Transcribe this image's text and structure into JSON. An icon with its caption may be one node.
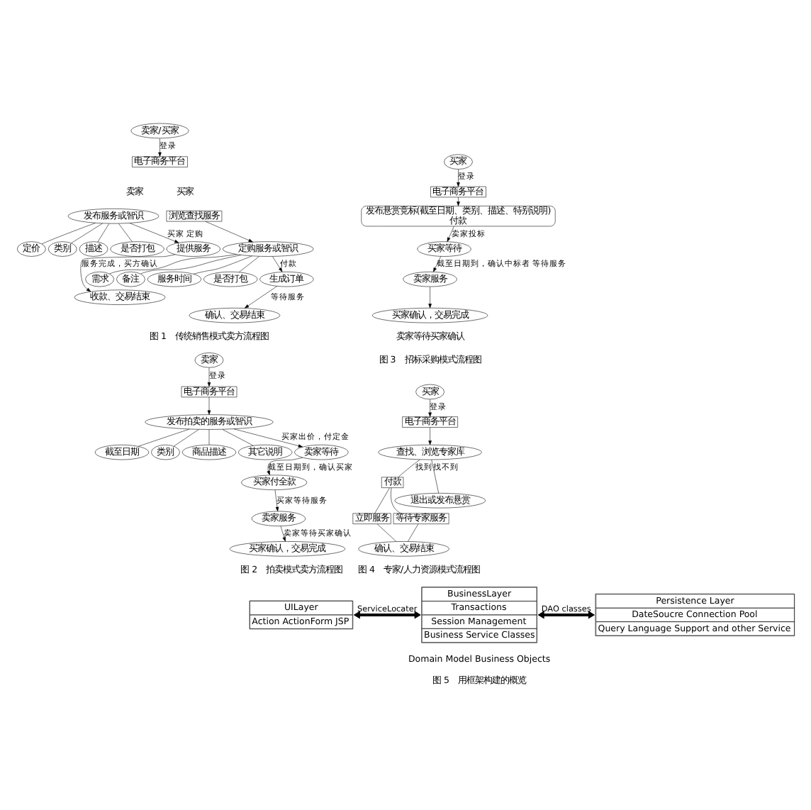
{
  "diagram": {
    "nodes": [
      {
        "text": [
          "卖家/买家"
        ]
      },
      {
        "text": [
          "电子商务平台"
        ]
      },
      {
        "text": [
          "发布服务或智识"
        ]
      },
      {
        "text": [
          "定价"
        ]
      },
      {
        "text": [
          "类别"
        ]
      },
      {
        "text": [
          "描述"
        ]
      },
      {
        "text": [
          "是否打包"
        ]
      },
      {
        "text": [
          "提供服务"
        ]
      },
      {
        "text": [
          "收款、交易结束"
        ]
      },
      {
        "text": [
          "浏览查找服务"
        ]
      },
      {
        "text": [
          "定购服务或智识"
        ]
      },
      {
        "text": [
          "需求"
        ]
      },
      {
        "text": [
          "备注"
        ]
      },
      {
        "text": [
          "服务时间"
        ]
      },
      {
        "text": [
          "是否打包"
        ]
      },
      {
        "text": [
          "生成订单"
        ]
      },
      {
        "text": [
          "确认、交易结束"
        ]
      },
      {
        "text": [
          "卖家"
        ]
      },
      {
        "text": [
          "电子商务平台"
        ]
      },
      {
        "text": [
          "发布拍卖的服务或智识"
        ]
      },
      {
        "text": [
          "截至日期"
        ]
      },
      {
        "text": [
          "类别"
        ]
      },
      {
        "text": [
          "商品描述"
        ]
      },
      {
        "text": [
          "其它说明"
        ]
      },
      {
        "text": [
          "卖家等待"
        ]
      },
      {
        "text": [
          "买家付全款"
        ]
      },
      {
        "text": [
          "卖家服务"
        ]
      },
      {
        "text": [
          "买家确认，交易完成"
        ]
      },
      {
        "text": [
          "买家"
        ]
      },
      {
        "text": [
          "电子商务平台"
        ]
      },
      {
        "text": [
          "发布悬赏竞标(截至日期、类别、描述、特别说明)",
          "付款"
        ]
      },
      {
        "text": [
          "买家等待"
        ]
      },
      {
        "text": [
          "卖家服务"
        ]
      },
      {
        "text": [
          "买家确认，交易完成"
        ],
        "beside": [
          "卖家等待买家确认"
        ]
      },
      {
        "text": [
          "买家"
        ]
      },
      {
        "text": [
          "电子商务平台"
        ]
      },
      {
        "text": [
          "查找、浏览专家库"
        ]
      },
      {
        "text": [
          "付款"
        ]
      },
      {
        "text": [
          "立即服务"
        ]
      },
      {
        "text": [
          "等待专家服务"
        ]
      },
      {
        "text": [
          "退出或发布悬赏"
        ]
      },
      {
        "text": [
          "确认、交易结束"
        ]
      },
      {
        "text": [
          "UILayer",
          "Action ActionForm JSP"
        ]
      },
      {
        "text": [
          "BusinessLayer",
          "Transactions",
          "Session Management",
          "Business Service Classes"
        ]
      },
      {
        "text": [
          "Persistence Layer",
          "DateSoucre Connection Pool",
          "Query Language Support and other Service"
        ]
      }
    ],
    "edges": [
      {
        "from": 0,
        "to": 1,
        "arrow": "to",
        "label": "登录"
      },
      {
        "from": 2,
        "to": 3,
        "arrow": "none"
      },
      {
        "from": 2,
        "to": 4,
        "arrow": "none"
      },
      {
        "from": 2,
        "to": 5,
        "arrow": "none"
      },
      {
        "from": 2,
        "to": 6,
        "arrow": "none"
      },
      {
        "from": 2,
        "to": 7,
        "arrow": "to",
        "label": "买家 定购"
      },
      {
        "from": 7,
        "to": 8,
        "arrow": "to",
        "label": "服务完成，买方确认"
      },
      {
        "from": 9,
        "to": 10,
        "arrow": "to"
      },
      {
        "from": 10,
        "to": 11,
        "arrow": "none"
      },
      {
        "from": 10,
        "to": 12,
        "arrow": "none"
      },
      {
        "from": 10,
        "to": 13,
        "arrow": "none"
      },
      {
        "from": 10,
        "to": 14,
        "arrow": "none"
      },
      {
        "from": 10,
        "to": 15,
        "arrow": "to",
        "label": "付款"
      },
      {
        "from": 15,
        "to": 16,
        "arrow": "to",
        "label": "等待服务"
      },
      {
        "from": 17,
        "to": 18,
        "arrow": "to",
        "label": "登录"
      },
      {
        "from": 18,
        "to": 19,
        "arrow": "to"
      },
      {
        "from": 19,
        "to": 20,
        "arrow": "none"
      },
      {
        "from": 19,
        "to": 22,
        "arrow": "none"
      },
      {
        "from": 19,
        "to": 21,
        "arrow": "none"
      },
      {
        "from": 19,
        "to": 23,
        "arrow": "none"
      },
      {
        "from": 19,
        "to": 24,
        "arrow": "to",
        "label": "买家出价，付定金"
      },
      {
        "from": 24,
        "to": 25,
        "arrow": "to",
        "label": "截至日期到，确认买家"
      },
      {
        "from": 25,
        "to": 26,
        "arrow": "to",
        "label": "买家等待服务"
      },
      {
        "from": 26,
        "to": 27,
        "arrow": "to",
        "label": "卖家等待买家确认"
      },
      {
        "from": 28,
        "to": 29,
        "arrow": "to",
        "label": "登录"
      },
      {
        "from": 29,
        "to": 30,
        "arrow": "to"
      },
      {
        "from": 30,
        "to": 31,
        "arrow": "to",
        "label": "卖家投标"
      },
      {
        "from": 31,
        "to": 32,
        "arrow": "to",
        "label": "截至日期到，确认中标者 等待服务"
      },
      {
        "from": 32,
        "to": 33,
        "arrow": "to"
      },
      {
        "from": 34,
        "to": 35,
        "arrow": "to",
        "label": "登录"
      },
      {
        "from": 35,
        "to": 36,
        "arrow": "to"
      },
      {
        "from": 36,
        "to": 40,
        "arrow": "none",
        "label": "找不到"
      },
      {
        "from": 36,
        "to": 37,
        "arrow": "none",
        "label": "找到"
      },
      {
        "from": 37,
        "to": 38,
        "arrow": "none"
      },
      {
        "from": 37,
        "to": 39,
        "arrow": "none"
      },
      {
        "from": 38,
        "to": 41,
        "arrow": "none"
      },
      {
        "from": 39,
        "to": 41,
        "arrow": "none"
      },
      {
        "from": 42,
        "to": 43,
        "arrow": "both",
        "label": "ServiceLocater",
        "style": "thick"
      },
      {
        "from": 43,
        "to": 44,
        "arrow": "both",
        "label": "DAO classes",
        "style": "thick"
      }
    ],
    "labels": [
      "卖家",
      "买家",
      "图 1　传统销售模式卖方流程图",
      "图 3　招标采购模式流程图",
      "图 4　专家/人力资源模式流程图",
      "Domain Model Business Objects",
      "图 2　拍卖模式卖方流程图",
      "图 5　用框架构建的概览"
    ]
  }
}
